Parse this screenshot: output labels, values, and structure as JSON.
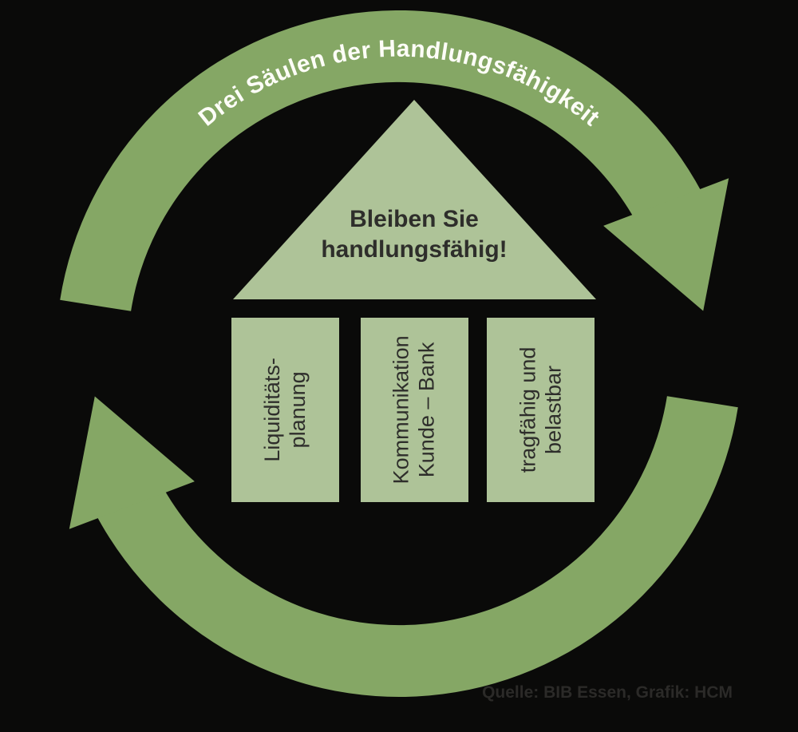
{
  "diagram": {
    "arc_title": "Drei Säulen der Handlungsfähigkeit",
    "roof": {
      "line1": "Bleiben Sie",
      "line2": "handlungsfähig!"
    },
    "pillars": [
      {
        "line1": "Liquiditäts-",
        "line2": "planung"
      },
      {
        "line1": "Kommunikation",
        "line2": "Kunde – Bank"
      },
      {
        "line1": "tragfähig und",
        "line2": "belastbar"
      }
    ],
    "source_credit": "Quelle: BIB Essen, Grafik: HCM"
  },
  "colors": {
    "background": "#0a0a09",
    "arrow_green": "#85a765",
    "panel_green": "#aec398",
    "dark_text": "#2e2e2b",
    "arc_title_text": "#fdfdf7",
    "credit_text": "#2b2a28"
  }
}
